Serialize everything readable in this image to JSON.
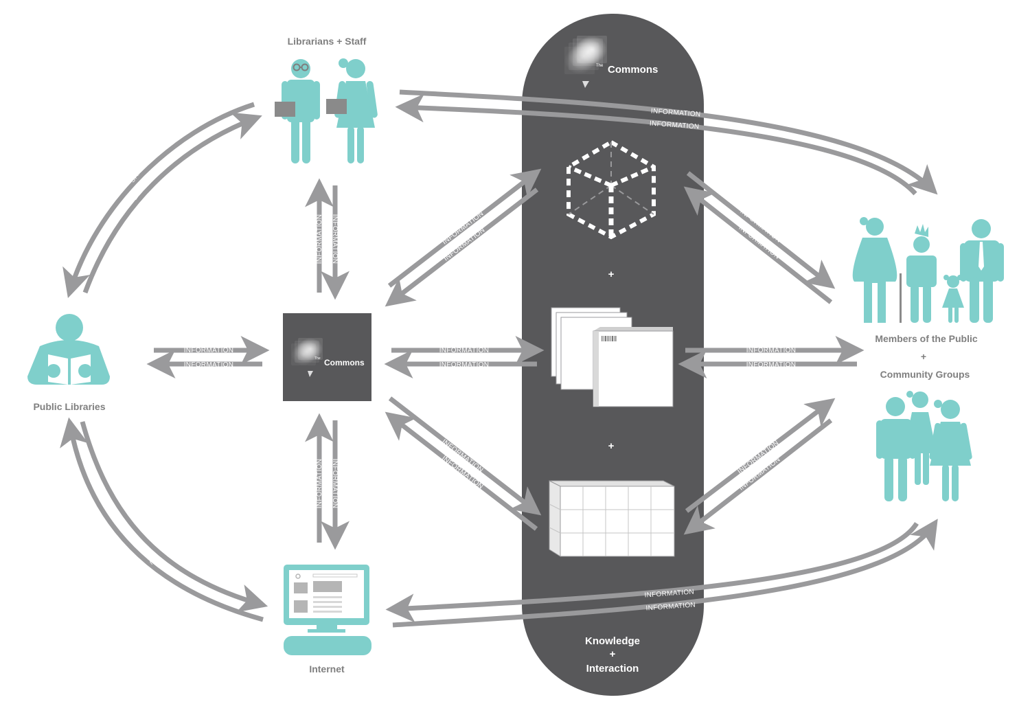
{
  "colors": {
    "teal": "#7fcfcb",
    "arrow": "#9a9a9c",
    "dark": "#58585a",
    "label_gray": "#7f7f7f"
  },
  "nodes": {
    "staff": {
      "label": "Librarians + Staff"
    },
    "public_libraries": {
      "label": "Public Libraries"
    },
    "internet": {
      "label": "Internet"
    },
    "members": {
      "label": "Members of the Public"
    },
    "plus": "+",
    "community": {
      "label": "Community Groups"
    }
  },
  "commons": {
    "brand_small": "The",
    "brand": "Commons",
    "center_brand_small": "The",
    "center_brand": "Commons",
    "caption_line1": "Knowledge",
    "caption_plus": "+",
    "caption_line2": "Interaction",
    "plus_symbol": "+"
  },
  "arrow_labels": {
    "information": "INFORMATION",
    "shape": "SHAPE",
    "employ": "EMPLOY",
    "host": "HOST",
    "facilitate": "FACILITATE"
  }
}
